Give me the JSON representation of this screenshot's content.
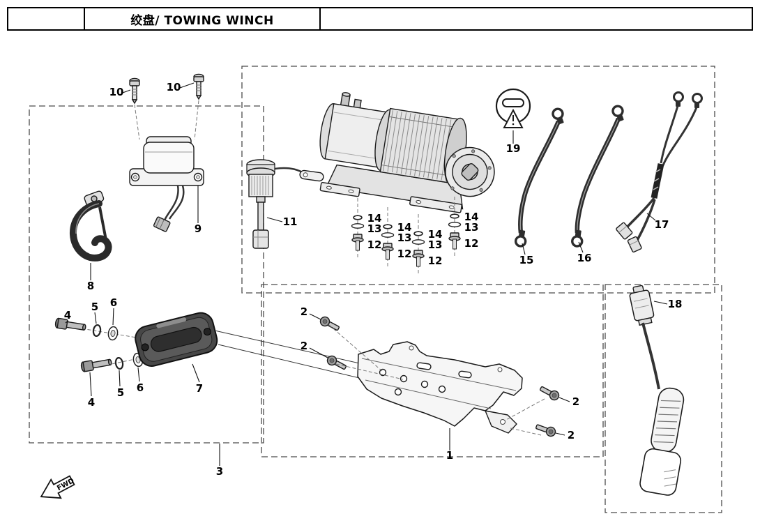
{
  "header": {
    "title": "绞盘/ TOWING WINCH"
  },
  "fwd": {
    "label": "FWD"
  },
  "labels": {
    "n1": "1",
    "n2": "2",
    "n3": "3",
    "n4": "4",
    "n5": "5",
    "n6": "6",
    "n7": "7",
    "n8": "8",
    "n9": "9",
    "n10": "10",
    "n11": "11",
    "n12": "12",
    "n13": "13",
    "n14": "14",
    "n15": "15",
    "n16": "16",
    "n17": "17",
    "n18": "18",
    "n19": "19"
  }
}
